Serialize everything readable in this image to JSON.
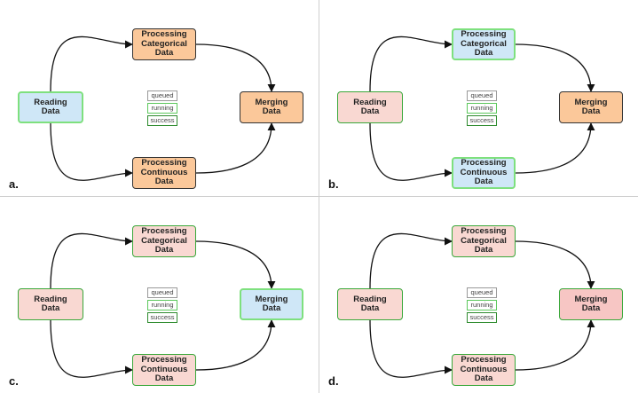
{
  "colors": {
    "blue_fill": "#cfe7f7",
    "orange_fill": "#fbc89a",
    "pink_fill": "#f9d8d2",
    "pink_fill_strong": "#f7c6c4",
    "green_border": "#3aa83a",
    "light_green_border": "#7ee07e",
    "dark_border": "#333333",
    "legend_queued": "#999999",
    "legend_running": "#5cc85c",
    "legend_success": "#2e8b2e"
  },
  "legend": [
    "queued",
    "running",
    "success"
  ],
  "panels": [
    {
      "label": "a.",
      "nodes": {
        "read": {
          "text": "Reading\nData",
          "fill": "#cfe7f7",
          "border": "#7ee07e"
        },
        "cat": {
          "text": "Processing\nCategorical\nData",
          "fill": "#fbc89a",
          "border": "#333333"
        },
        "cont": {
          "text": "Processing\nContinuous\nData",
          "fill": "#fbc89a",
          "border": "#333333"
        },
        "merge": {
          "text": "Merging\nData",
          "fill": "#fbc89a",
          "border": "#333333"
        }
      }
    },
    {
      "label": "b.",
      "nodes": {
        "read": {
          "text": "Reading\nData",
          "fill": "#f9d8d2",
          "border": "#3aa83a"
        },
        "cat": {
          "text": "Processing\nCategorical\nData",
          "fill": "#cfe7f7",
          "border": "#7ee07e"
        },
        "cont": {
          "text": "Processing\nContinuous\nData",
          "fill": "#cfe7f7",
          "border": "#7ee07e"
        },
        "merge": {
          "text": "Merging\nData",
          "fill": "#fbc89a",
          "border": "#333333"
        }
      }
    },
    {
      "label": "c.",
      "nodes": {
        "read": {
          "text": "Reading\nData",
          "fill": "#f9d8d2",
          "border": "#3aa83a"
        },
        "cat": {
          "text": "Processing\nCategorical\nData",
          "fill": "#f9d8d2",
          "border": "#3aa83a"
        },
        "cont": {
          "text": "Processing\nContinuous\nData",
          "fill": "#f9d8d2",
          "border": "#3aa83a"
        },
        "merge": {
          "text": "Merging\nData",
          "fill": "#cfe7f7",
          "border": "#7ee07e"
        }
      }
    },
    {
      "label": "d.",
      "nodes": {
        "read": {
          "text": "Reading\nData",
          "fill": "#f9d8d2",
          "border": "#3aa83a"
        },
        "cat": {
          "text": "Processing\nCategorical\nData",
          "fill": "#f9d8d2",
          "border": "#3aa83a"
        },
        "cont": {
          "text": "Processing\nContinuous\nData",
          "fill": "#f9d8d2",
          "border": "#3aa83a"
        },
        "merge": {
          "text": "Merging\nData",
          "fill": "#f7c6c4",
          "border": "#3aa83a"
        }
      }
    }
  ]
}
